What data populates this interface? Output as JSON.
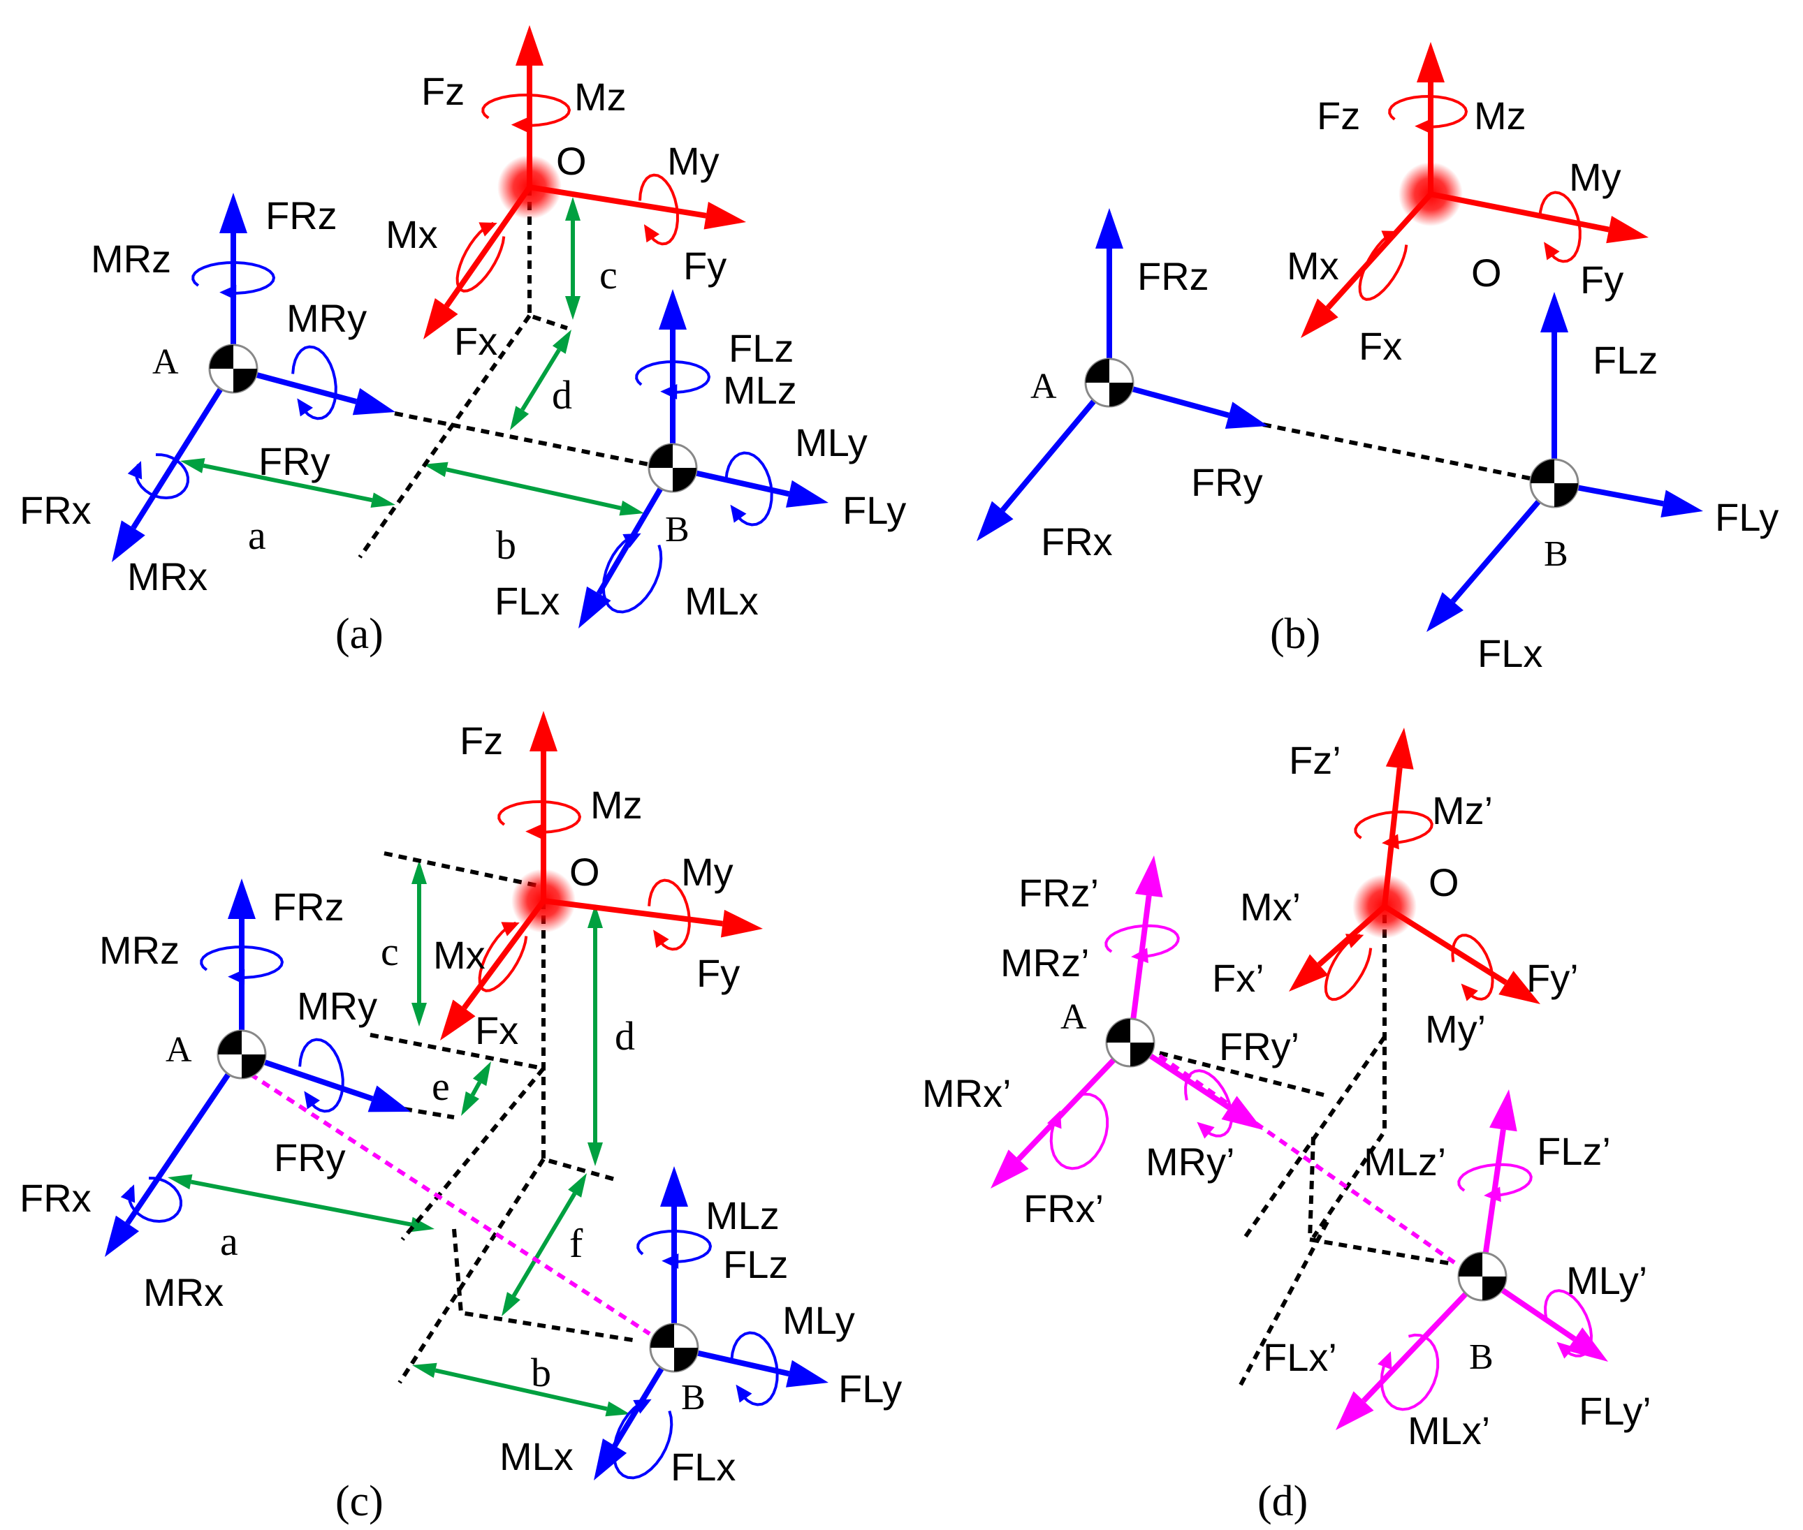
{
  "panels": {
    "a": {
      "caption": "(a)",
      "labels": {
        "Fz": "Fz",
        "Mz": "Mz",
        "O": "O",
        "My": "My",
        "Fy": "Fy",
        "Mx": "Mx",
        "Fx": "Fx",
        "c": "c",
        "d": "d",
        "FRz": "FRz",
        "MRz": "MRz",
        "MRy": "MRy",
        "A": "A",
        "FRy": "FRy",
        "FRx": "FRx",
        "a": "a",
        "MRx": "MRx",
        "FLz": "FLz",
        "MLz": "MLz",
        "MLy": "MLy",
        "FLy": "FLy",
        "B": "B",
        "b": "b",
        "FLx": "FLx",
        "MLx": "MLx"
      }
    },
    "b": {
      "caption": "(b)",
      "labels": {
        "Fz": "Fz",
        "Mz": "Mz",
        "My": "My",
        "Mx": "Mx",
        "O": "O",
        "Fy": "Fy",
        "Fx": "Fx",
        "FRz": "FRz",
        "A": "A",
        "FRy": "FRy",
        "FRx": "FRx",
        "FLz": "FLz",
        "B": "B",
        "FLy": "FLy",
        "FLx": "FLx"
      }
    },
    "c": {
      "caption": "(c)",
      "labels": {
        "Fz": "Fz",
        "Mz": "Mz",
        "O": "O",
        "My": "My",
        "Fy": "Fy",
        "c": "c",
        "Mx": "Mx",
        "Fx": "Fx",
        "d": "d",
        "e": "e",
        "FRz": "FRz",
        "MRz": "MRz",
        "MRy": "MRy",
        "A": "A",
        "FRy": "FRy",
        "FRx": "FRx",
        "a": "a",
        "MRx": "MRx",
        "f": "f",
        "MLz": "MLz",
        "FLz": "FLz",
        "MLy": "MLy",
        "FLy": "FLy",
        "B": "B",
        "b": "b",
        "MLx": "MLx",
        "FLx": "FLx"
      }
    },
    "d": {
      "caption": "(d)",
      "labels": {
        "Fz": "Fz’",
        "Mz": "Mz’",
        "O": "O",
        "Mx": "Mx’",
        "Fx": "Fx’",
        "Fy": "Fy’",
        "My": "My’",
        "FRz": "FRz’",
        "MRz": "MRz’",
        "A": "A",
        "FRy": "FRy’",
        "MRx": "MRx’",
        "MRy": "MRy’",
        "FRx": "FRx’",
        "MLz": "MLz’",
        "FLz": "FLz’",
        "B": "B",
        "MLy": "MLy’",
        "FLx": "FLx’",
        "MLx": "MLx’",
        "FLy": "FLy’"
      }
    }
  },
  "colors": {
    "body_frame": "#ff0000",
    "right_foot_frame": "#0000ff",
    "left_foot_frame": "#0000ff",
    "transformed_feet_frame": "#ff00ff",
    "dimension": "#00a040",
    "construction_line": "#000000"
  }
}
